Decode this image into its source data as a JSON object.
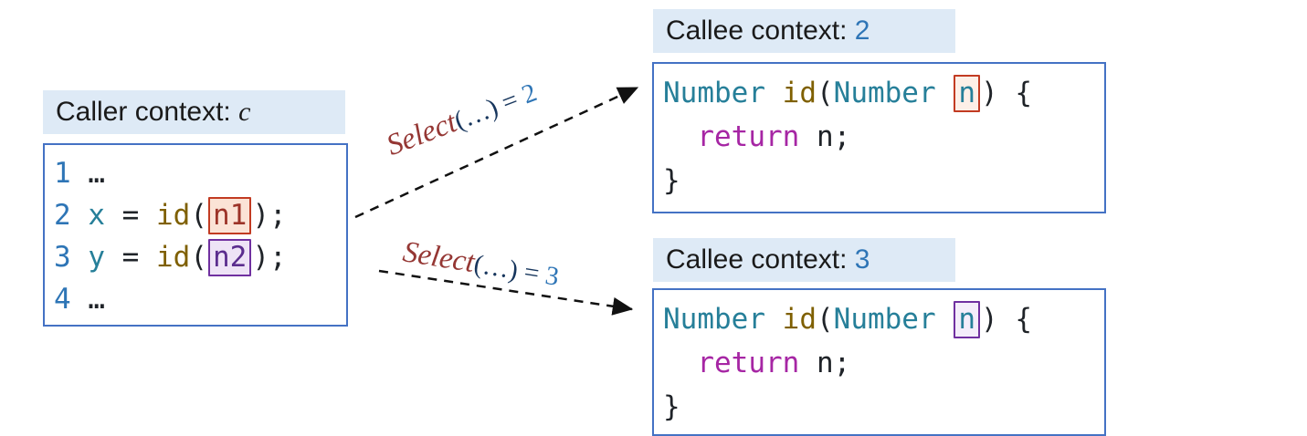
{
  "palette": {
    "box_border_blue": "#4472C4",
    "header_background": "#DEEAF6",
    "line_number_blue": "#2E75B6",
    "type_teal": "#267F99",
    "function_olive": "#7F6000",
    "keyword_magenta": "#A626A4",
    "select_red": "#953734",
    "label_navy": "#17365D",
    "highlight_red_border": "#C23B22",
    "highlight_red_fill": "#FBE3D6",
    "highlight_purple_border": "#7030A0",
    "highlight_purple_fill": "#EEE3F6",
    "arrow_color": "#111111"
  },
  "caller": {
    "header": {
      "label": "Caller context: ",
      "value": "c"
    },
    "code": {
      "line1": {
        "num": "1",
        "rest": " …"
      },
      "line2": {
        "num": "2",
        "pre": " ",
        "var": "x",
        "eq": " = ",
        "func": "id",
        "open": "(",
        "arg": "n1",
        "close": ");"
      },
      "line3": {
        "num": "3",
        "pre": " ",
        "var": "y",
        "eq": " = ",
        "func": "id",
        "open": "(",
        "arg": "n2",
        "close": ");"
      },
      "line4": {
        "num": "4",
        "rest": " …"
      }
    }
  },
  "callee1": {
    "header": {
      "label": "Callee context: ",
      "value": "2"
    },
    "code": {
      "line1": {
        "type1": "Number",
        "sp1": " ",
        "func": "id",
        "open": "(",
        "type2": "Number",
        "sp2": " ",
        "arg": "n",
        "close": ")",
        "brace": " {"
      },
      "line2": {
        "indent": "  ",
        "kw": "return",
        "rest": " n;"
      },
      "line3": {
        "brace": "}"
      }
    }
  },
  "callee2": {
    "header": {
      "label": "Callee context: ",
      "value": "3"
    },
    "code": {
      "line1": {
        "type1": "Number",
        "sp1": " ",
        "func": "id",
        "open": "(",
        "type2": "Number",
        "sp2": " ",
        "arg": "n",
        "close": ")",
        "brace": " {"
      },
      "line2": {
        "indent": "  ",
        "kw": "return",
        "rest": " n;"
      },
      "line3": {
        "brace": "}"
      }
    }
  },
  "arrows": {
    "top_label": {
      "select": "Select",
      "args": "(…) = ",
      "value": "2"
    },
    "bottom_label": {
      "select": "Select",
      "args": "(…) = ",
      "value": "3"
    }
  }
}
